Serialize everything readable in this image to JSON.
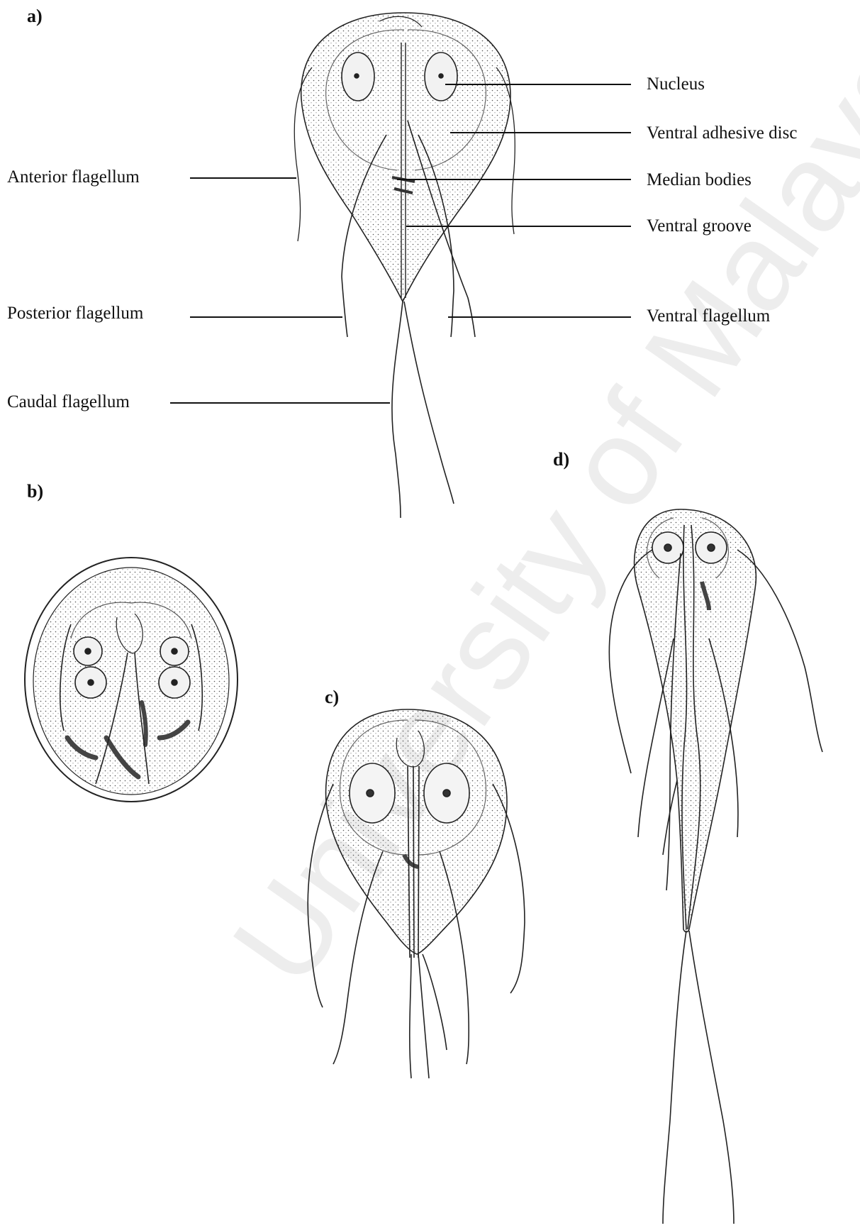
{
  "panels": {
    "a": "a)",
    "b": "b)",
    "c": "c)",
    "d": "d)"
  },
  "labels": {
    "nucleus": "Nucleus",
    "ventral_adhesive_disc": "Ventral adhesive disc",
    "median_bodies": "Median bodies",
    "ventral_groove": "Ventral groove",
    "ventral_flagellum": "Ventral flagellum",
    "anterior_flagellum": "Anterior flagellum",
    "posterior_flagellum": "Posterior flagellum",
    "caudal_flagellum": "Caudal flagellum"
  },
  "watermark": "University of Malaya",
  "colors": {
    "ink": "#111111",
    "cell_fill": "#ececec",
    "stipple": "#555555",
    "watermark": "#e9e9e9"
  }
}
